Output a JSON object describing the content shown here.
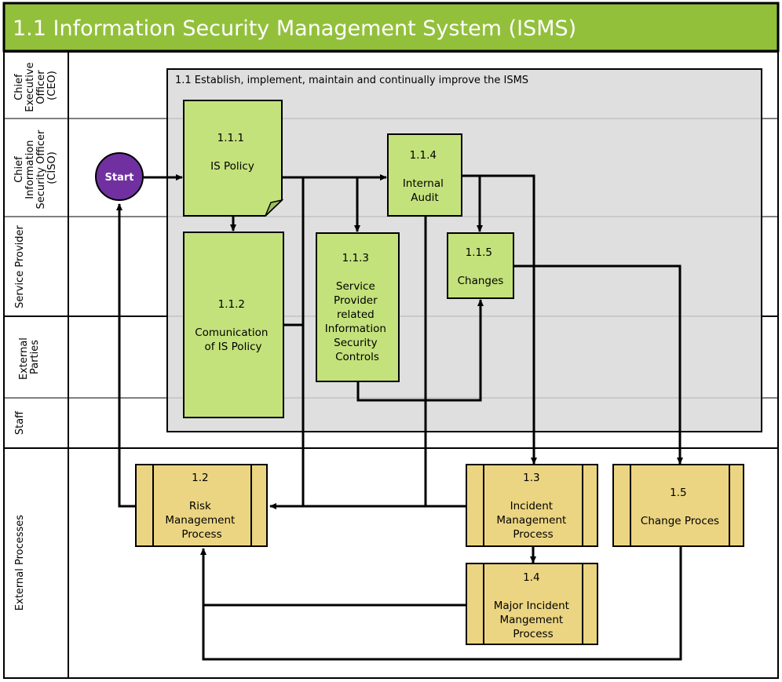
{
  "title": "1.1 Information Security Management System (ISMS)",
  "colors": {
    "title_bar": "#92c03b",
    "group_fill": "#dfdfdf",
    "activity_fill": "#c4e27b",
    "process_fill": "#ecd582",
    "start_fill": "#7030a0",
    "line": "#000000"
  },
  "lanes": [
    {
      "id": "ceo",
      "label_lines": [
        "Chief",
        "Executive",
        "Officer",
        "(CEO)"
      ]
    },
    {
      "id": "ciso",
      "label_lines": [
        "Chief",
        "Information",
        "Security Officer",
        "(CISO)"
      ]
    },
    {
      "id": "service-provider",
      "label_lines": [
        "Service Provider"
      ]
    },
    {
      "id": "external-parties",
      "label_lines": [
        "External",
        "Parties"
      ]
    },
    {
      "id": "staff",
      "label_lines": [
        "Staff"
      ]
    },
    {
      "id": "external-processes",
      "label_lines": [
        "External Processes"
      ]
    }
  ],
  "group": {
    "label": "1.1 Establish, implement, maintain and continually improve the ISMS"
  },
  "start": {
    "label": "Start"
  },
  "activities": [
    {
      "id": "1.1.1",
      "number": "1.1.1",
      "lines": [
        "IS Policy"
      ],
      "shape": "document"
    },
    {
      "id": "1.1.2",
      "number": "1.1.2",
      "lines": [
        "Comunication",
        "of IS Policy"
      ],
      "shape": "rect"
    },
    {
      "id": "1.1.3",
      "number": "1.1.3",
      "lines": [
        "Service",
        "Provider",
        "related",
        "Information",
        "Security",
        "Controls"
      ],
      "shape": "rect"
    },
    {
      "id": "1.1.4",
      "number": "1.1.4",
      "lines": [
        "Internal",
        "Audit"
      ],
      "shape": "rect"
    },
    {
      "id": "1.1.5",
      "number": "1.1.5",
      "lines": [
        "Changes"
      ],
      "shape": "rect"
    }
  ],
  "processes": [
    {
      "id": "1.2",
      "number": "1.2",
      "lines": [
        "Risk",
        "Management",
        "Process"
      ]
    },
    {
      "id": "1.3",
      "number": "1.3",
      "lines": [
        "Incident",
        "Management",
        "Process"
      ]
    },
    {
      "id": "1.4",
      "number": "1.4",
      "lines": [
        "Major Incident",
        "Mangement",
        "Process"
      ]
    },
    {
      "id": "1.5",
      "number": "1.5",
      "lines": [
        "Change Proces"
      ]
    }
  ],
  "connections": [
    {
      "from": "start",
      "to": "1.1.1"
    },
    {
      "from": "1.1.1",
      "to": "1.1.2"
    },
    {
      "from": "1.1.1",
      "to": "1.1.3"
    },
    {
      "from": "1.1.1",
      "to": "1.1.4"
    },
    {
      "from": "1.1.1",
      "to": "1.2"
    },
    {
      "from": "1.1.2",
      "to": "1.2"
    },
    {
      "from": "1.1.3",
      "to": "1.1.5"
    },
    {
      "from": "1.1.4",
      "to": "1.1.5"
    },
    {
      "from": "1.1.4",
      "to": "1.3"
    },
    {
      "from": "1.1.4",
      "to": "1.2"
    },
    {
      "from": "1.1.5",
      "to": "1.5"
    },
    {
      "from": "1.3",
      "to": "1.2"
    },
    {
      "from": "1.3",
      "to": "1.4"
    },
    {
      "from": "1.4",
      "to": "1.2"
    },
    {
      "from": "1.5",
      "to": "1.2"
    },
    {
      "from": "1.2",
      "to": "start"
    }
  ]
}
